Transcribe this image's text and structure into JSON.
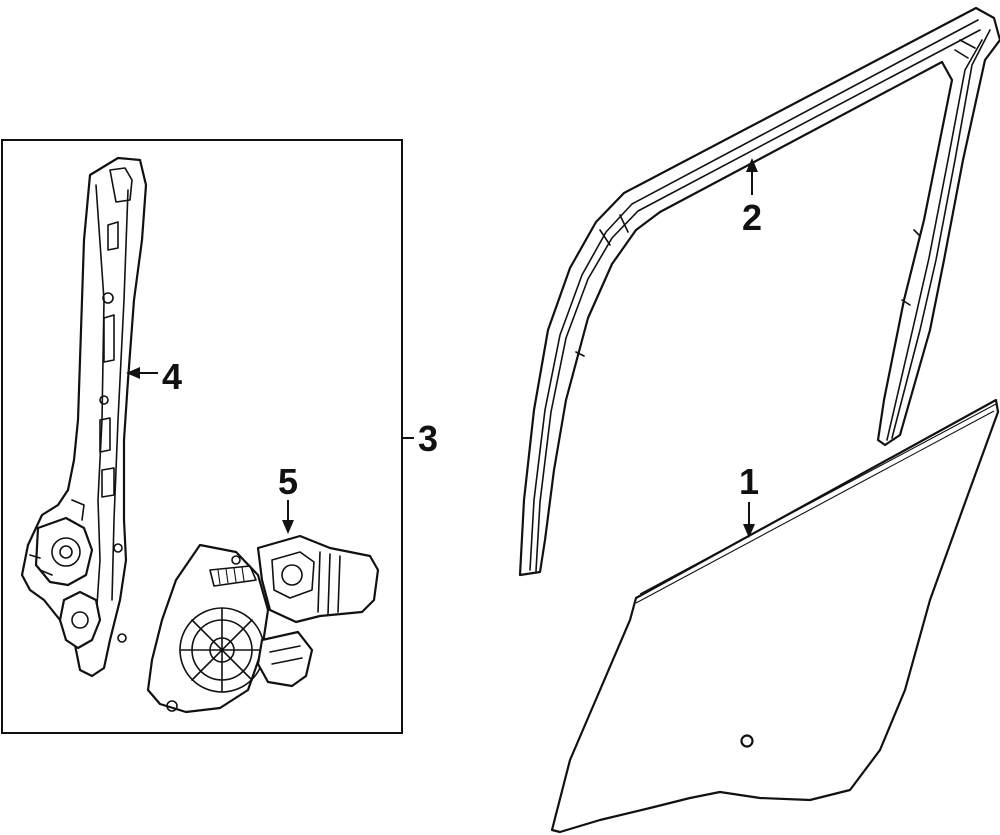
{
  "callouts": {
    "glass": "1",
    "run_channel": "2",
    "regulator_assembly": "3",
    "regulator": "4",
    "motor": "5"
  },
  "colors": {
    "line": "#111111",
    "background": "#ffffff"
  }
}
